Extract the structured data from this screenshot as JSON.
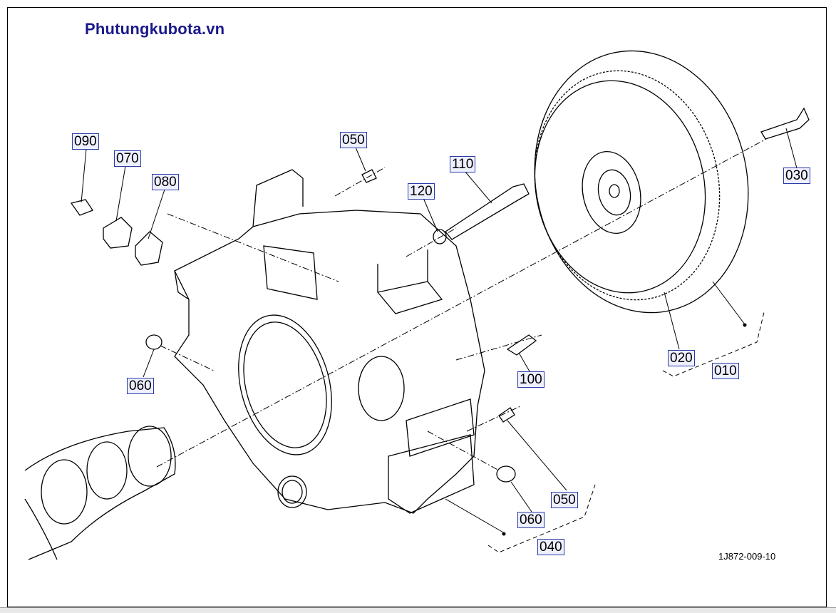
{
  "watermark": "Phutungkubota.vn",
  "drawing_id": "1J872-009-10",
  "callouts": {
    "c090": "090",
    "c070": "070",
    "c080": "080",
    "c050_top": "050",
    "c110": "110",
    "c120": "120",
    "c030": "030",
    "c060_left": "060",
    "c100": "100",
    "c020": "020",
    "c010": "010",
    "c050_bottom": "050",
    "c060_bottom": "060",
    "c040": "040"
  }
}
